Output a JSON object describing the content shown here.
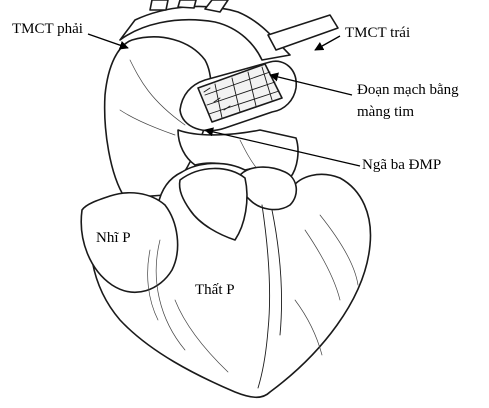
{
  "labels": {
    "right_pulmonary_artery": "TMCT phải",
    "left_pulmonary_artery": "TMCT trái",
    "pericardial_conduit_line1": "Đoạn mạch bằng",
    "pericardial_conduit_line2": "màng tim",
    "pulmonary_bifurcation": "Ngã ba ĐMP",
    "right_atrium": "Nhĩ P",
    "right_ventricle": "Thất P"
  },
  "colors": {
    "ink": "#1a1a1a",
    "background": "#ffffff"
  }
}
